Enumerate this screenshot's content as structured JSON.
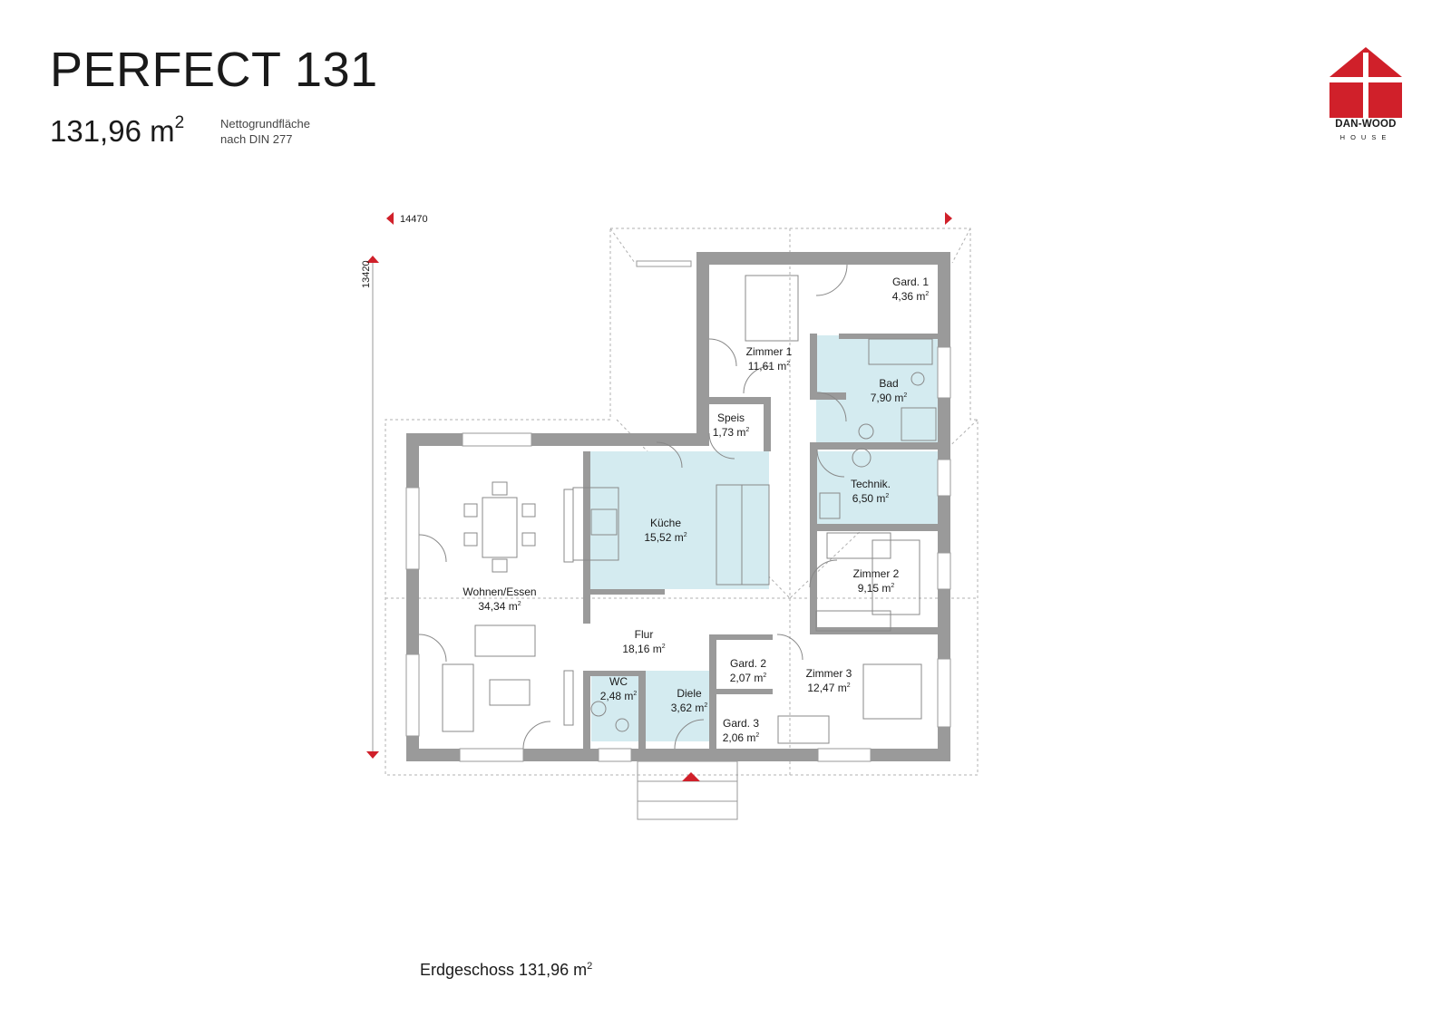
{
  "header": {
    "title": "PERFECT 131",
    "area_value": "131,96 m",
    "area_sup": "2",
    "area_note_line1": "Nettogrundfläche",
    "area_note_line2": "nach DIN 277"
  },
  "logo": {
    "line1": "DAN-WOOD",
    "line2": "HOUSE",
    "brand_color": "#d0202a"
  },
  "dimensions": {
    "width": "14470",
    "depth": "13420"
  },
  "rooms": {
    "gard1": {
      "name": "Gard. 1",
      "area": "4,36 m"
    },
    "zimmer1": {
      "name": "Zimmer 1",
      "area": "11,61 m"
    },
    "bad": {
      "name": "Bad",
      "area": "7,90 m"
    },
    "speis": {
      "name": "Speis",
      "area": "1,73 m"
    },
    "technik": {
      "name": "Technik.",
      "area": "6,50 m"
    },
    "kueche": {
      "name": "Küche",
      "area": "15,52 m"
    },
    "wohnen": {
      "name": "Wohnen/Essen",
      "area": "34,34 m"
    },
    "zimmer2": {
      "name": "Zimmer 2",
      "area": "9,15 m"
    },
    "flur": {
      "name": "Flur",
      "area": "18,16 m"
    },
    "gard2": {
      "name": "Gard. 2",
      "area": "2,07 m"
    },
    "zimmer3": {
      "name": "Zimmer 3",
      "area": "12,47 m"
    },
    "wc": {
      "name": "WC",
      "area": "2,48 m"
    },
    "diele": {
      "name": "Diele",
      "area": "3,62 m"
    },
    "gard3": {
      "name": "Gard. 3",
      "area": "2,06 m"
    }
  },
  "sup": "2",
  "footer": {
    "caption": "Erdgeschoss 131,96 m",
    "caption_sup": "2"
  },
  "colors": {
    "wall": "#9a9a9a",
    "wet_room": "#d4ebf0",
    "accent": "#d0202a"
  }
}
